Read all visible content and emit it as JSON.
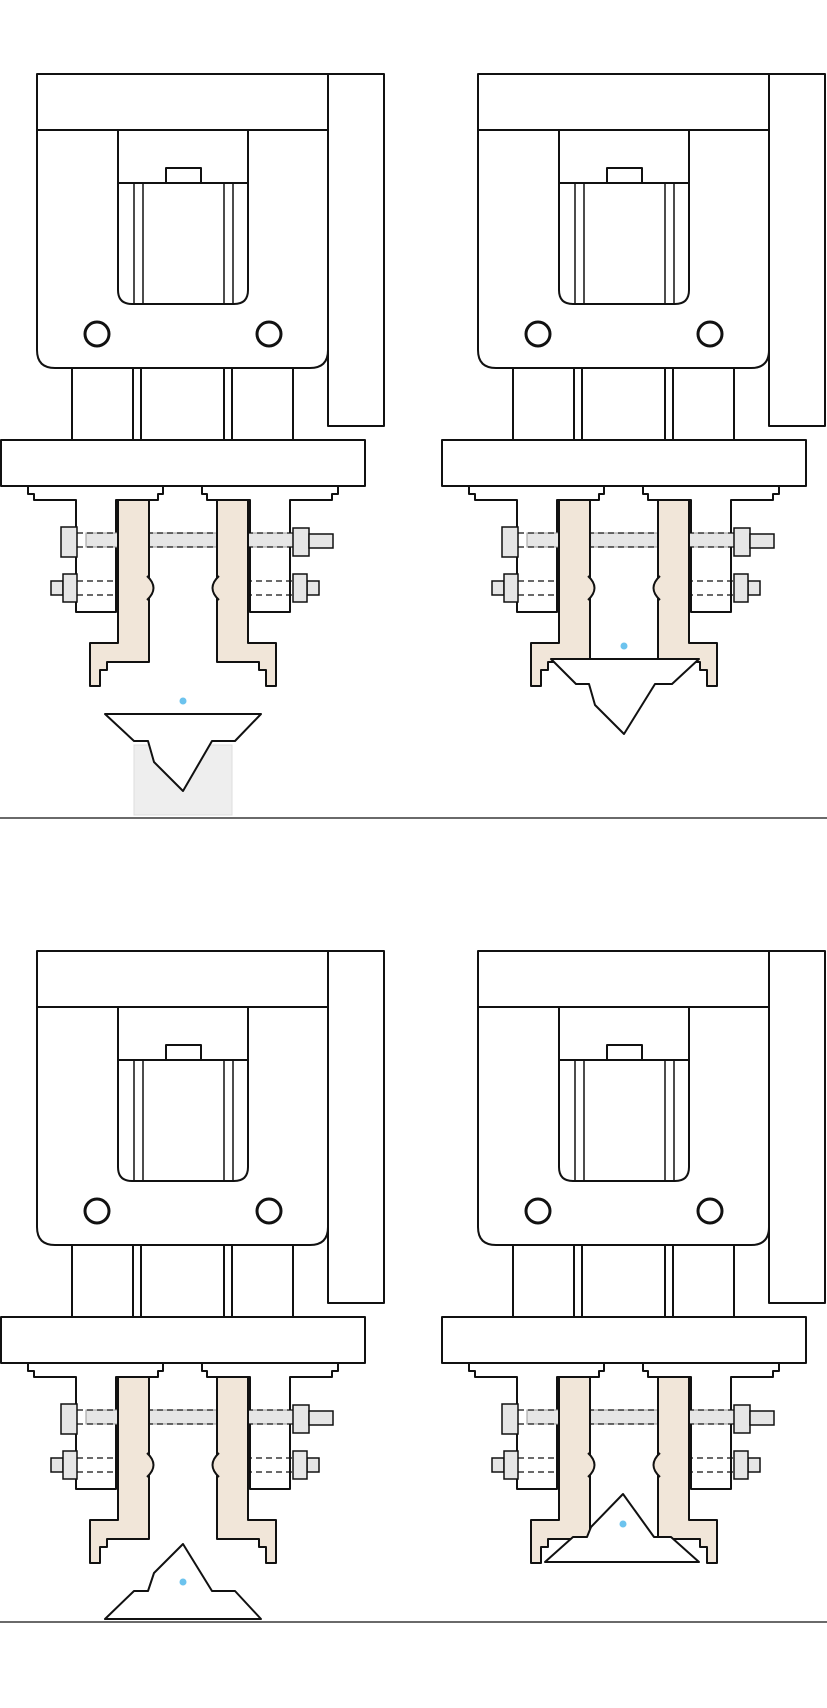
{
  "colors": {
    "background": "#ffffff",
    "line": "#111111",
    "finger_wood": "#f1e6d9",
    "bolt_gray": "#e6e6e6",
    "sensor_dot": "#6cc3ee",
    "part_shadow": "#eeeeee"
  },
  "panels": [
    {
      "name": "panel-open-part-below",
      "col": 0,
      "row": 0,
      "part_state": "below-shadow",
      "part_orientation": "down"
    },
    {
      "name": "panel-gripped-part",
      "col": 1,
      "row": 0,
      "part_state": "gripped",
      "part_orientation": "down"
    },
    {
      "name": "panel-open-part-up",
      "col": 0,
      "row": 1,
      "part_state": "below",
      "part_orientation": "up"
    },
    {
      "name": "panel-gripped-part-up",
      "col": 1,
      "row": 1,
      "part_state": "gripped",
      "part_orientation": "up"
    }
  ],
  "icons": {
    "motor": "stepper-motor-icon",
    "mount_hole": "mount-hole-icon",
    "bolt": "bolt-icon",
    "finger": "gripper-finger-icon",
    "sensor": "sensor-dot-icon"
  }
}
